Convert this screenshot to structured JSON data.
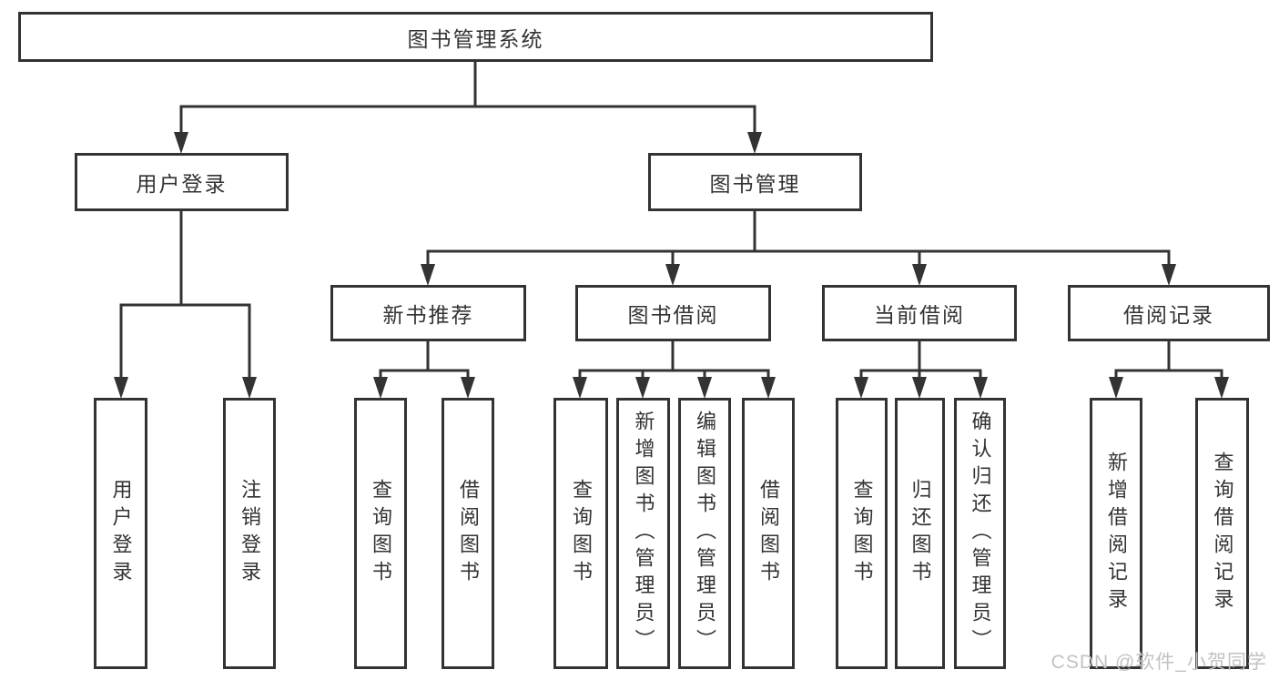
{
  "tree": {
    "root": {
      "label": "图书管理系统"
    },
    "branches": [
      {
        "label": "用户登录",
        "children": [
          {
            "label": "用户登录"
          },
          {
            "label": "注销登录"
          }
        ]
      },
      {
        "label": "图书管理",
        "children": [
          {
            "label": "新书推荐",
            "children": [
              {
                "label": "查询图书"
              },
              {
                "label": "借阅图书"
              }
            ]
          },
          {
            "label": "图书借阅",
            "children": [
              {
                "label": "查询图书"
              },
              {
                "label": "新增图书（管理员）"
              },
              {
                "label": "编辑图书（管理员）"
              },
              {
                "label": "借阅图书"
              }
            ]
          },
          {
            "label": "当前借阅",
            "children": [
              {
                "label": "查询图书"
              },
              {
                "label": "归还图书"
              },
              {
                "label": "确认归还（管理员）"
              }
            ]
          },
          {
            "label": "借阅记录",
            "children": [
              {
                "label": "新增借阅记录"
              },
              {
                "label": "查询借阅记录"
              }
            ]
          }
        ]
      }
    ]
  },
  "watermark": {
    "text": "CSDN @软件_小贺同学"
  },
  "colors": {
    "background": "#ffffff",
    "box_border": "#333333",
    "line": "#333333",
    "text": "#333333",
    "watermark": "#c2c2c2"
  }
}
